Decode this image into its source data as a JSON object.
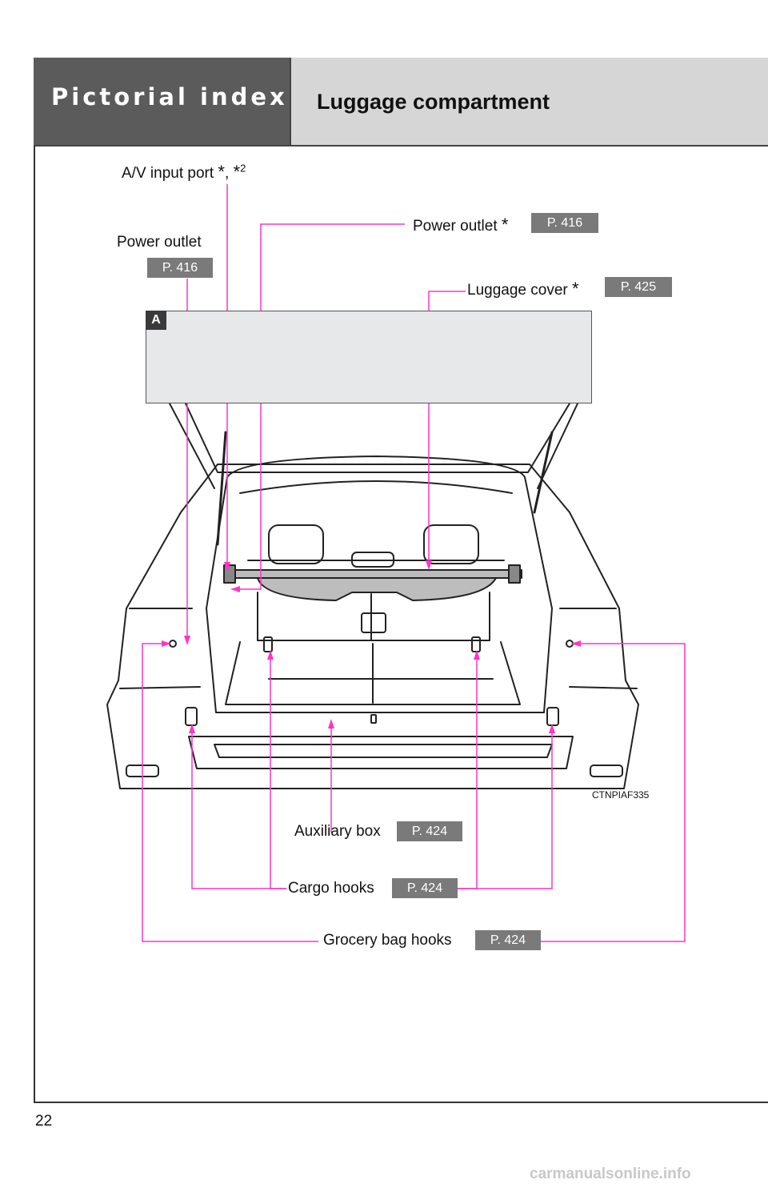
{
  "header": {
    "section_title": "Pictorial index",
    "page_title": "Luggage compartment"
  },
  "callouts": {
    "av_input": {
      "label": "A/V input port",
      "star": "*",
      "sep": ", ",
      "star2": "*",
      "sup": "2"
    },
    "power_outlet_left": {
      "label": "Power outlet",
      "ref": "P. 416"
    },
    "power_outlet_right": {
      "label": "Power outlet",
      "star": "*",
      "ref": "P. 416"
    },
    "luggage_cover": {
      "label": "Luggage cover",
      "star": "*",
      "ref": "P. 425"
    },
    "auxiliary_box": {
      "label": "Auxiliary box",
      "ref": "P. 424"
    },
    "cargo_hooks": {
      "label": "Cargo hooks",
      "ref": "P. 424"
    },
    "grocery_bag_hooks": {
      "label": "Grocery bag hooks",
      "ref": "P. 424"
    }
  },
  "figure": {
    "inset_tag": "A",
    "code": "CTNPIAF335"
  },
  "footer": {
    "page_number": "22",
    "watermark": "carmanualsonline.info"
  },
  "colors": {
    "leader_line": "#ff33cc",
    "header_dark": "#5b5b5b",
    "header_light": "#d6d6d6",
    "ref_badge": "#7a7a7a"
  }
}
